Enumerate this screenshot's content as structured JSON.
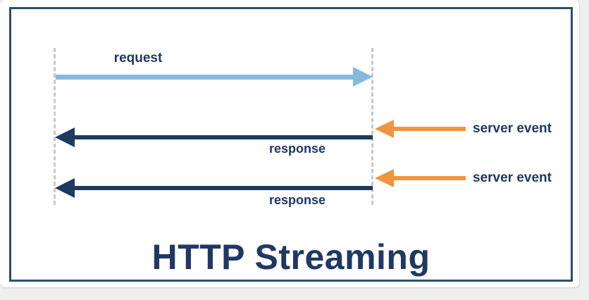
{
  "page": {
    "background_color": "#efefef",
    "card_color": "#ffffff"
  },
  "diagram": {
    "title": "HTTP Streaming",
    "request": {
      "label": "request",
      "direction": "client-to-server"
    },
    "responses": [
      {
        "label": "response",
        "direction": "server-to-client"
      },
      {
        "label": "response",
        "direction": "server-to-client"
      }
    ],
    "server_events": [
      {
        "label": "server event",
        "direction": "into-server"
      },
      {
        "label": "server event",
        "direction": "into-server"
      }
    ],
    "colors": {
      "frame_border": "#2d4d71",
      "request_arrow": "#85bade",
      "response_arrow": "#1e3a5f",
      "server_event_arrow": "#f0953c",
      "label_text": "#1f3864",
      "lifeline": "#c9c9c9"
    }
  }
}
